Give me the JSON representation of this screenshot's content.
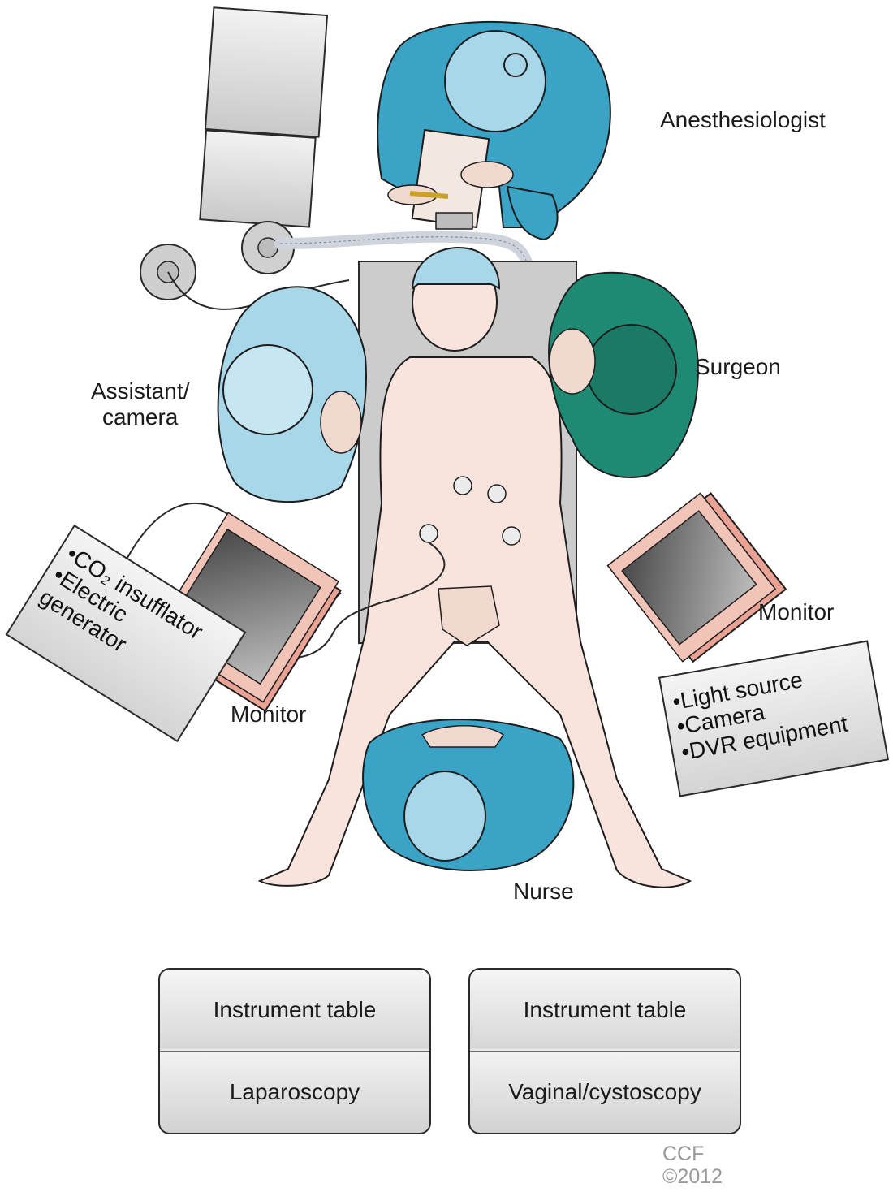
{
  "labels": {
    "anesthesiologist": "Anesthesiologist",
    "surgeon": "Surgeon",
    "assistant_line1": "Assistant/",
    "assistant_line2": "camera",
    "nurse": "Nurse",
    "monitor_left": "Monitor",
    "monitor_right": "Monitor"
  },
  "left_cart": {
    "items": [
      "•CO₂ insufflator",
      "•Electric",
      "generator"
    ]
  },
  "right_cart": {
    "items": [
      "•Light source",
      "•Camera",
      "•DVR equipment"
    ]
  },
  "instrument_tables": [
    {
      "title": "Instrument table",
      "use": "Laparoscopy"
    },
    {
      "title": "Instrument table",
      "use": "Vaginal/cystoscopy"
    }
  ],
  "credit": {
    "org": "CCF",
    "year": "©2012"
  },
  "colors": {
    "scrub_teal": "#3aa3c6",
    "scrub_light": "#a9d7ea",
    "scrub_green": "#1f8a73",
    "skin": "#f8e4dc",
    "table_gray": "#cfcfcf",
    "monitor_pink": "#e9a293"
  }
}
